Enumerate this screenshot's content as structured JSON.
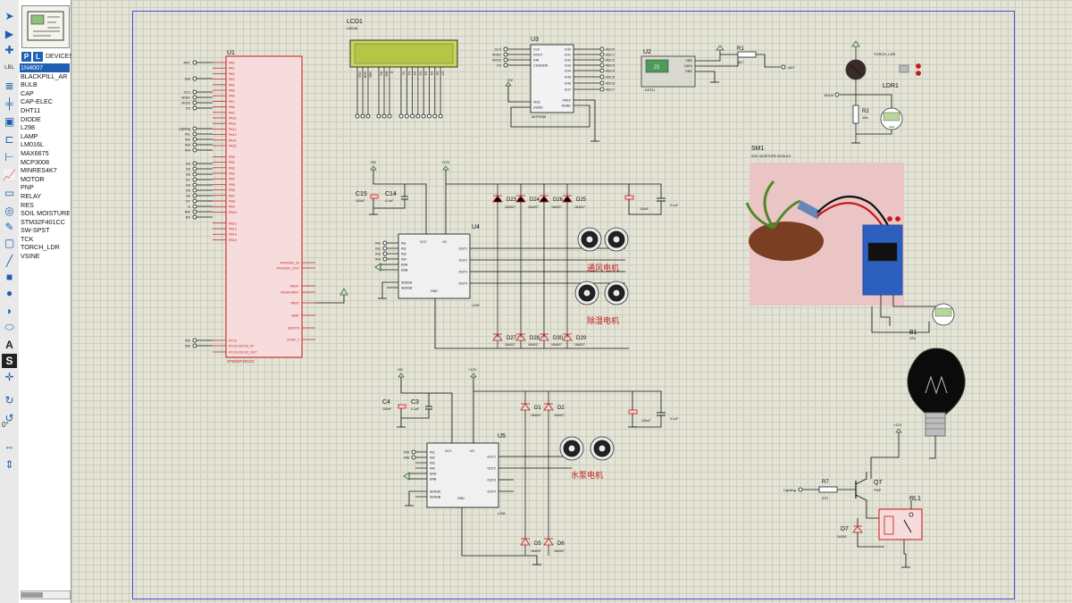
{
  "toolbar": {
    "tools": [
      "select-arrow-icon",
      "component-icon",
      "junction-icon",
      "wire-label-icon",
      "text-script-icon",
      "bus-icon",
      "subcircuit-icon",
      "terminal-icon",
      "device-pin-icon",
      "graph-icon",
      "tape-icon",
      "generator-icon",
      "probe-icon",
      "instrument-icon",
      "line-icon",
      "box-icon",
      "circle-icon",
      "arc-icon",
      "path-icon",
      "text-icon",
      "symbol-icon",
      "marker-icon",
      "rotate-cw-icon",
      "rotate-ccw-icon",
      "mirror-h-icon",
      "mirror-v-icon"
    ],
    "text_tool_label": "A",
    "symbol_tool_label": "S",
    "zoom": "0°"
  },
  "device_panel": {
    "p_label": "P",
    "l_label": "L",
    "title": "DEVICES",
    "items": [
      "1N4007",
      "BLACKPILL_AR",
      "BULB",
      "CAP",
      "CAP-ELEC",
      "DHT11",
      "DIODE",
      "L298",
      "LAMP",
      "LM016L",
      "MAX6675",
      "MCP3008",
      "MINRES4K7",
      "MOTOR",
      "PNP",
      "RELAY",
      "RES",
      "SOIL MOISTURE",
      "STM32F401CC",
      "SW-SPST",
      "TCK",
      "TORCH_LDR",
      "VSINE"
    ],
    "selected": "1N4007"
  },
  "schematic": {
    "u1": {
      "ref": "U1",
      "part": "STM32F401CC",
      "left_pins": [
        "PA0",
        "PA1",
        "PA2",
        "PA3",
        "PA4",
        "PA5",
        "PA6",
        "PA7",
        "PA8",
        "PA9",
        "PA10",
        "PA11",
        "PA12",
        "PA13",
        "PA14",
        "PA15",
        "",
        "PB0",
        "PB1",
        "PB2",
        "PB3",
        "PB4",
        "PB5",
        "PB6",
        "PB7",
        "PB8",
        "PB9",
        "PB10",
        "",
        "PB12",
        "PB13",
        "PB14",
        "PB15"
      ],
      "right_pins": [
        "PH0/OSC_IN",
        "PH1/OSC_OUT",
        "VREF-",
        "VSSA/VREF-",
        "NRST",
        "VBAT",
        "BOOT0",
        "VCAP_1",
        "PC13",
        "PC14-OSC32_IN",
        "PC15-OSC32_OUT"
      ],
      "net_labels": [
        "ADT",
        "Soil",
        "CLK",
        "MISO",
        "MOSI",
        "CS",
        "Lighting",
        "IN1",
        "IN2",
        "IN3",
        "IN4",
        "D4",
        "D5",
        "D6",
        "D7",
        "D4",
        "D5",
        "D6",
        "D7",
        "E",
        "RW",
        "RS",
        "IN5",
        "IN6"
      ]
    },
    "lcd": {
      "ref": "LCD1",
      "part": "LM016L",
      "pins": [
        "VSS",
        "VDD",
        "VEE",
        "RS",
        "RW",
        "E",
        "D0",
        "D1",
        "D2",
        "D3",
        "D4",
        "D5",
        "D6",
        "D7"
      ]
    },
    "u3": {
      "ref": "U3",
      "part": "MCP3008",
      "left_pins": [
        "CLK",
        "DOUT",
        "DIN",
        "CS/SHDN",
        "VDD",
        "DGND"
      ],
      "right_pins": [
        "CH0",
        "CH1",
        "CH2",
        "CH3",
        "CH4",
        "CH5",
        "CH6",
        "CH7",
        "VREF",
        "AGND"
      ],
      "adc": [
        "ADC0",
        "ADC1",
        "ADC2",
        "ADC3",
        "ADC4",
        "ADC5",
        "ADC6",
        "ADC7"
      ],
      "net_labels": [
        "CLK",
        "MISO",
        "MOSI",
        "CS"
      ],
      "supply": "+5V"
    },
    "u2": {
      "ref": "U2",
      "part": "DHT11",
      "pins": [
        "VDD",
        "DATA",
        "GND"
      ],
      "display": "25"
    },
    "r1": {
      "ref": "R1",
      "value": "4k7",
      "net": "ADT"
    },
    "ldr": {
      "ref": "LDR1",
      "part": "TORCH_LDR",
      "net": "ADU0",
      "r2_ref": "R2",
      "r2_value": "10k",
      "meter": "Volts"
    },
    "sm": {
      "ref": "SM1",
      "part": "SOIL MOISTURE MODULE",
      "b1_ref": "B1",
      "b1_value": "12V"
    },
    "u4": {
      "ref": "U4",
      "part": "L298",
      "pins_left": [
        "IN1",
        "IN2",
        "IN3",
        "IN4",
        "ENA",
        "ENB",
        "SENSA",
        "SENSB"
      ],
      "pins_top": [
        "VCC",
        "VS"
      ],
      "pins_right": [
        "OUT1",
        "OUT2",
        "OUT3",
        "OUT4"
      ],
      "gnd": "GND",
      "net_labels": [
        "IN1",
        "IN2",
        "IN3",
        "IN4"
      ],
      "c15": "C15",
      "c15_value": "100uF",
      "c14": "C14",
      "c14_value": "0.1uF",
      "v5": "+5V",
      "v12": "+12V",
      "diodes_top": [
        "D23",
        "D24",
        "D26",
        "D25"
      ],
      "diodes_bottom": [
        "D27",
        "D28",
        "D30",
        "D29"
      ],
      "diode_part": "1N4007",
      "cap_right": "100uF",
      "cap_right2": "0.1uF",
      "motor_label_1": "通风电机",
      "motor_label_2": "除湿电机"
    },
    "u5": {
      "ref": "U5",
      "part": "L298",
      "pins_left": [
        "IN1",
        "IN2",
        "IN3",
        "IN4",
        "ENA",
        "ENB",
        "SENSA",
        "SENSB"
      ],
      "pins_top": [
        "VCC",
        "VS"
      ],
      "pins_right": [
        "OUT1",
        "OUT2",
        "OUT3",
        "OUT4"
      ],
      "gnd": "GND",
      "net_labels": [
        "IN5",
        "IN6"
      ],
      "c4": "C4",
      "c4_value": "100uF",
      "c3": "C3",
      "c3_value": "0.1uF",
      "v5": "+5V",
      "v12": "+12V",
      "diodes_top": [
        "D1",
        "D2"
      ],
      "diodes_bottom": [
        "D5",
        "D6"
      ],
      "diode_part": "1N4007",
      "cap_right": "100uF",
      "cap_right2": "0.1uF",
      "motor_label": "水泵电机"
    },
    "relay": {
      "r7_ref": "R7",
      "r7_value": "470",
      "q7_ref": "Q7",
      "q7_part": "PNP",
      "d7_ref": "D7",
      "d7_part": "DIODE",
      "rl_ref": "RL1",
      "net": "Lighting",
      "supply": "+12V"
    }
  }
}
